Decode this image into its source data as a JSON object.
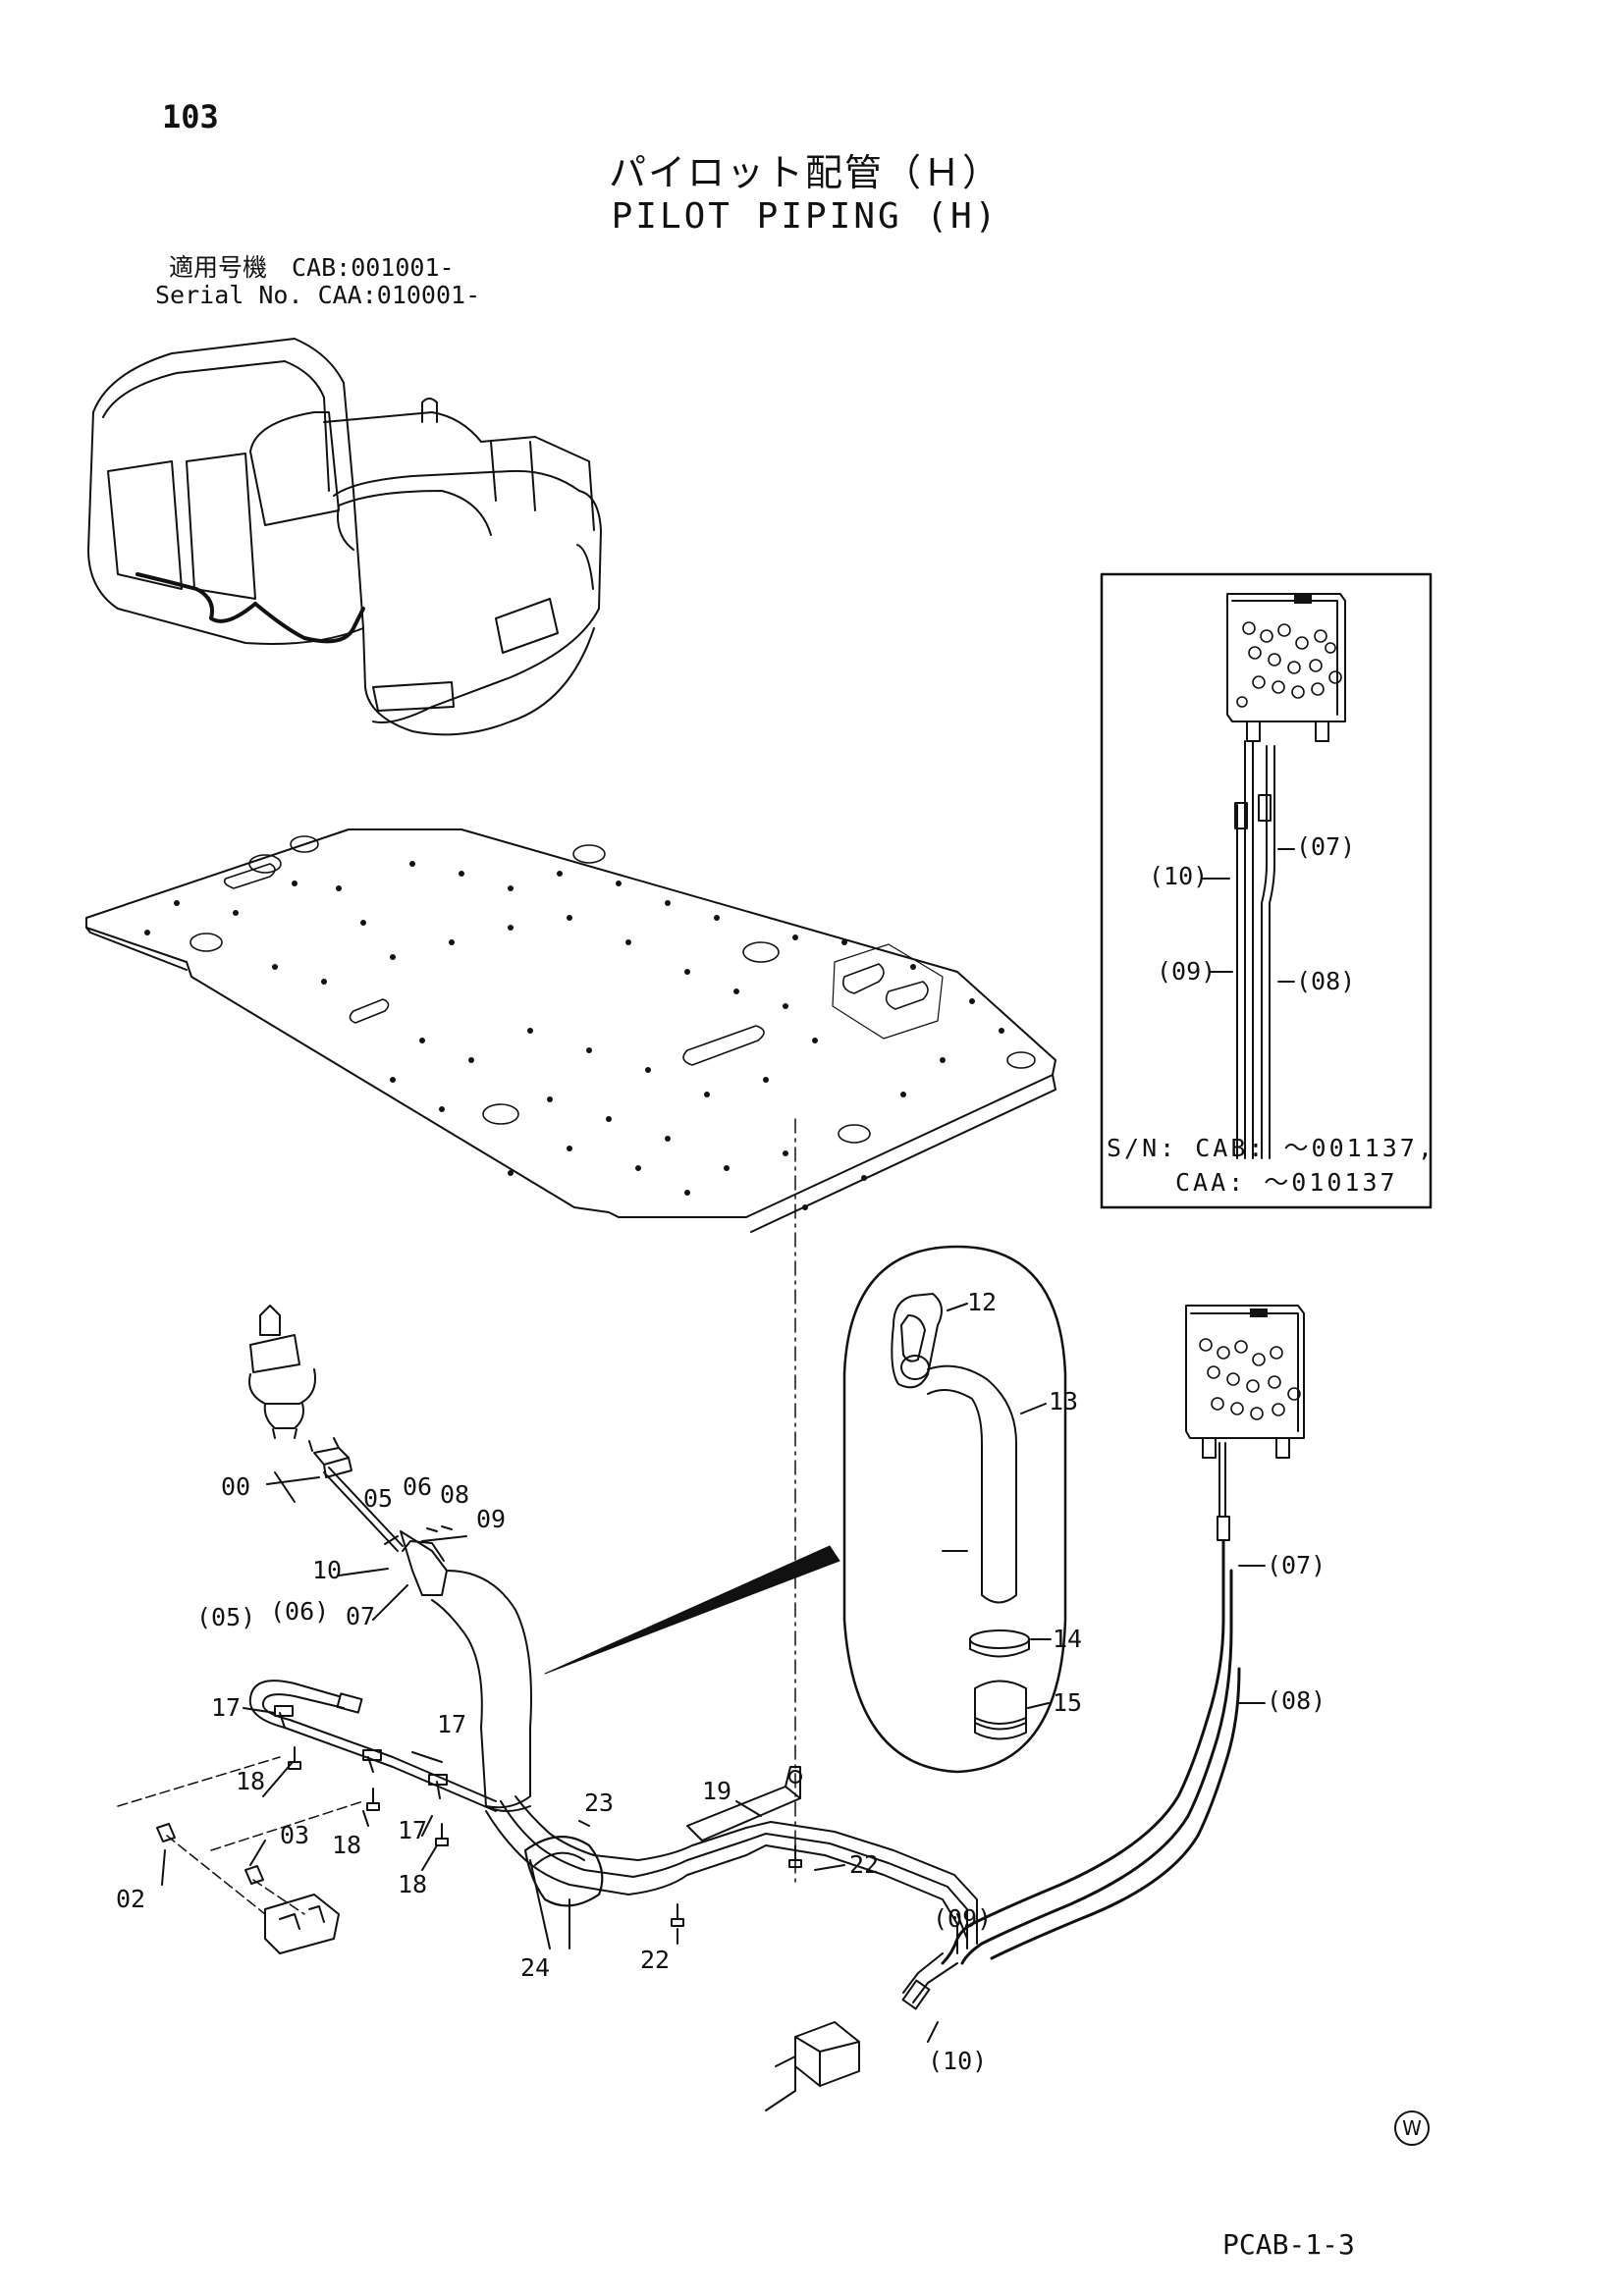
{
  "header": {
    "page_number": "103",
    "title_jp": "パイロット配管（Ｈ）",
    "title_en": "PILOT PIPING (H)",
    "serial_line_jp": "適用号機　CAB:001001-",
    "serial_line_en": "Serial No. CAA:010001-"
  },
  "detail_box": {
    "callouts": [
      "(10)",
      "(07)",
      "(09)",
      "(08)"
    ],
    "sn_line1": "S/N: CAB: ～001137,",
    "sn_line2": "CAA: ～010137"
  },
  "callouts": {
    "c00": "00",
    "c05": "05",
    "c06": "06",
    "c08": "08",
    "c09": "09",
    "c10": "10",
    "c07": "07",
    "p05": "(05)",
    "p06": "(06)",
    "c17a": "17",
    "c17b": "17",
    "c17c": "17",
    "c18a": "18",
    "c18b": "18",
    "c18c": "18",
    "c02": "02",
    "c03": "03",
    "c12": "12",
    "c13": "13",
    "c14": "14",
    "c15": "15",
    "c19": "19",
    "c22a": "22",
    "c22b": "22",
    "c23": "23",
    "c24": "24",
    "p07": "(07)",
    "p08": "(08)",
    "p09": "(09)",
    "p10": "(10)"
  },
  "footer": {
    "page_code": "PCAB-1-3",
    "w_mark": "W"
  }
}
